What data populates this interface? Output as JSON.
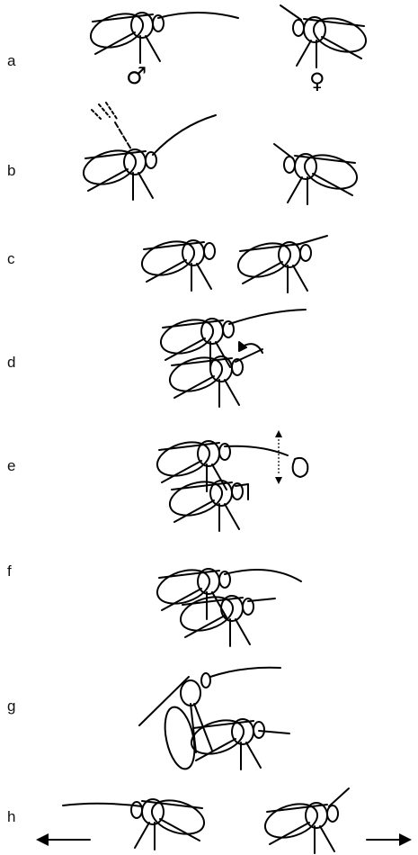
{
  "panels": [
    {
      "label": "a"
    },
    {
      "label": "b"
    },
    {
      "label": "c"
    },
    {
      "label": "d"
    },
    {
      "label": "e"
    },
    {
      "label": "f"
    },
    {
      "label": "g"
    },
    {
      "label": "h"
    }
  ],
  "symbols": {
    "male": "♂",
    "female": "♀"
  },
  "colors": {
    "ink": "#000000",
    "background": "#ffffff"
  }
}
